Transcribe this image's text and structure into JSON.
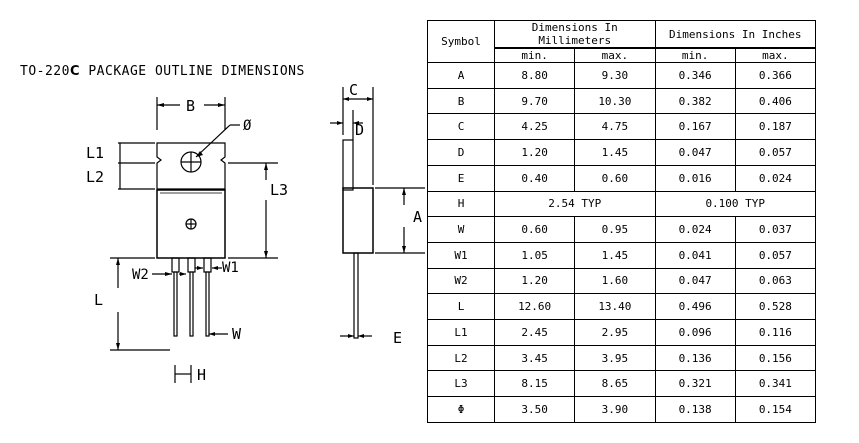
{
  "title": {
    "prefix": "TO-220",
    "suffix": "C",
    "rest": " PACKAGE OUTLINE DIMENSIONS"
  },
  "drawing": {
    "labels": {
      "B": "B",
      "phi": "Ø",
      "L1": "L1",
      "L2": "L2",
      "L3": "L3",
      "W1": "W1",
      "W2": "W2",
      "L": "L",
      "W": "W",
      "H": "H",
      "C": "C",
      "D": "D",
      "A": "A",
      "E": "E"
    }
  },
  "table": {
    "symbol_header": "Symbol",
    "mm_header": "Dimensions  In Millimeters",
    "in_header": "Dimensions  In Inches",
    "min_label": "min.",
    "max_label": "max.",
    "rows": [
      {
        "symbol": "A",
        "mm_min": "8.80",
        "mm_max": "9.30",
        "in_min": "0.346",
        "in_max": "0.366"
      },
      {
        "symbol": "B",
        "mm_min": "9.70",
        "mm_max": "10.30",
        "in_min": "0.382",
        "in_max": "0.406"
      },
      {
        "symbol": "C",
        "mm_min": "4.25",
        "mm_max": "4.75",
        "in_min": "0.167",
        "in_max": "0.187"
      },
      {
        "symbol": "D",
        "mm_min": "1.20",
        "mm_max": "1.45",
        "in_min": "0.047",
        "in_max": "0.057"
      },
      {
        "symbol": "E",
        "mm_min": "0.40",
        "mm_max": "0.60",
        "in_min": "0.016",
        "in_max": "0.024"
      },
      {
        "symbol": "H",
        "mm_typ": "2.54 TYP",
        "in_typ": "0.100 TYP"
      },
      {
        "symbol": "W",
        "mm_min": "0.60",
        "mm_max": "0.95",
        "in_min": "0.024",
        "in_max": "0.037"
      },
      {
        "symbol": "W1",
        "mm_min": "1.05",
        "mm_max": "1.45",
        "in_min": "0.041",
        "in_max": "0.057"
      },
      {
        "symbol": "W2",
        "mm_min": "1.20",
        "mm_max": "1.60",
        "in_min": "0.047",
        "in_max": "0.063"
      },
      {
        "symbol": "L",
        "mm_min": "12.60",
        "mm_max": "13.40",
        "in_min": "0.496",
        "in_max": "0.528"
      },
      {
        "symbol": "L1",
        "mm_min": "2.45",
        "mm_max": "2.95",
        "in_min": "0.096",
        "in_max": "0.116"
      },
      {
        "symbol": "L2",
        "mm_min": "3.45",
        "mm_max": "3.95",
        "in_min": "0.136",
        "in_max": "0.156"
      },
      {
        "symbol": "L3",
        "mm_min": "8.15",
        "mm_max": "8.65",
        "in_min": "0.321",
        "in_max": "0.341"
      },
      {
        "symbol": "Φ",
        "mm_min": "3.50",
        "mm_max": "3.90",
        "in_min": "0.138",
        "in_max": "0.154"
      }
    ]
  }
}
